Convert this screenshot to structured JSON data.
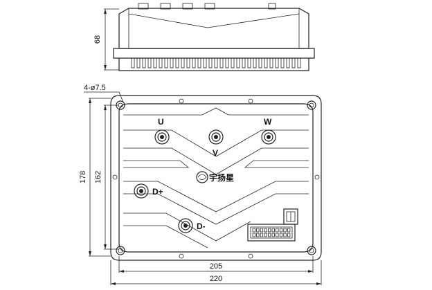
{
  "side_view": {
    "height_dim": "68"
  },
  "top_view": {
    "hole_spec": "4-ø7.5",
    "height_outer_dim": "178",
    "height_inner_dim": "162",
    "width_inner_dim": "205",
    "width_outer_dim": "220",
    "terminal_u": "U",
    "terminal_v": "V",
    "terminal_w": "W",
    "terminal_dplus": "D+",
    "terminal_dminus": "D-",
    "logo_text": "宇扬星"
  }
}
